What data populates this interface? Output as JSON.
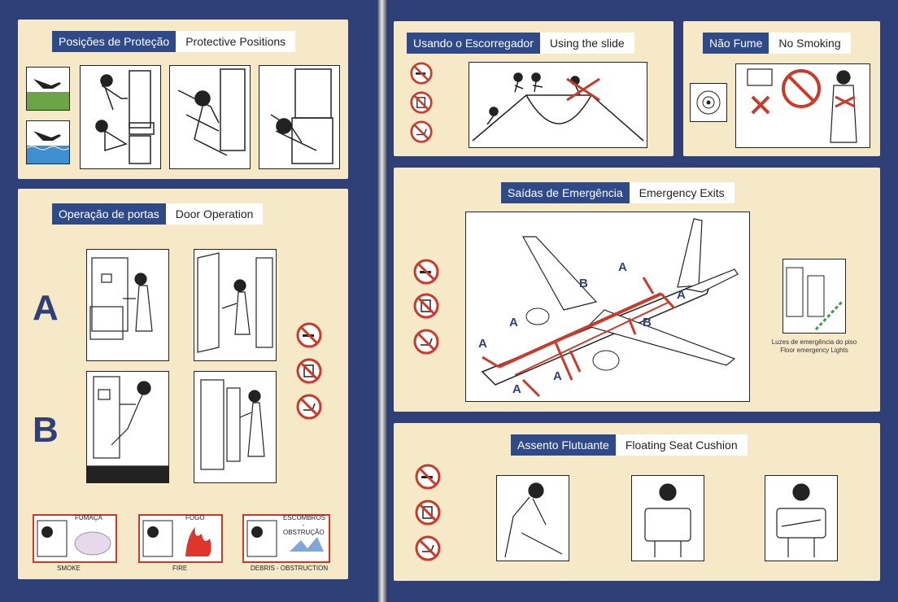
{
  "sections": {
    "protective": {
      "pt": "Posições de Proteção",
      "en": "Protective Positions"
    },
    "doors": {
      "pt": "Operação de portas",
      "en": "Door Operation"
    },
    "slide": {
      "pt": "Usando o Escorregador",
      "en": "Using the slide"
    },
    "nosmoking": {
      "pt": "Não Fume",
      "en": "No Smoking"
    },
    "exits": {
      "pt": "Saídas de Emergência",
      "en": "Emergency Exits"
    },
    "cushion": {
      "pt": "Assento Flutuante",
      "en": "Floating Seat Cushion"
    }
  },
  "door_labels": {
    "a": "A",
    "b": "B"
  },
  "hazards": [
    {
      "pt": "FUMAÇA",
      "en": "SMOKE"
    },
    {
      "pt": "FOGO",
      "en": "FIRE"
    },
    {
      "pt": "ESCOMBROS - OBSTRUÇÃO",
      "en": "DEBRIS - OBSTRUCTION"
    }
  ],
  "floor_lights": {
    "pt": "Luzes de emergência do piso",
    "en": "Floor emergency Lights"
  },
  "exit_labels": [
    "A",
    "B",
    "A",
    "A",
    "B",
    "A",
    "A",
    "A"
  ],
  "colors": {
    "panel": "#f6e9c8",
    "navy": "#2f3f78",
    "header": "#2f4a86",
    "red": "#c93a2b"
  }
}
